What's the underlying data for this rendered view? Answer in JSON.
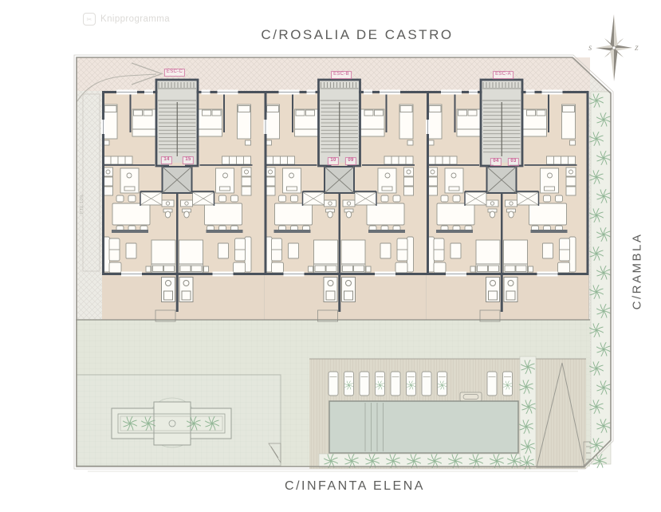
{
  "watermark": {
    "label": "Knipprogramma"
  },
  "streets": {
    "top": "C/ROSALIA DE CASTRO",
    "bottom": "C/INFANTA ELENA",
    "right": "C/RAMBLA"
  },
  "compass": {
    "left_letter": "S",
    "right_letter": "Z"
  },
  "ramp_label": "PTE 10%",
  "stairwells": [
    {
      "label": "ESC-C",
      "units": [
        "14",
        "15"
      ]
    },
    {
      "label": "ESC-B",
      "units": [
        "10",
        "09"
      ]
    },
    {
      "label": "ESC-A",
      "units": [
        "04",
        "03"
      ]
    }
  ],
  "colors": {
    "accent_pink": "#c6598e",
    "wall": "#4a525c",
    "floor": "#e9dbca",
    "terrace": "#e6d8c8",
    "pool": "#ccd6cd",
    "lawn": "#e3e6da",
    "garden": "#e4e7dd",
    "deck": "#ddd9cb",
    "sidewalk": "#ecebe5",
    "plant": "#83ae89",
    "text": "#5d5d5b"
  }
}
